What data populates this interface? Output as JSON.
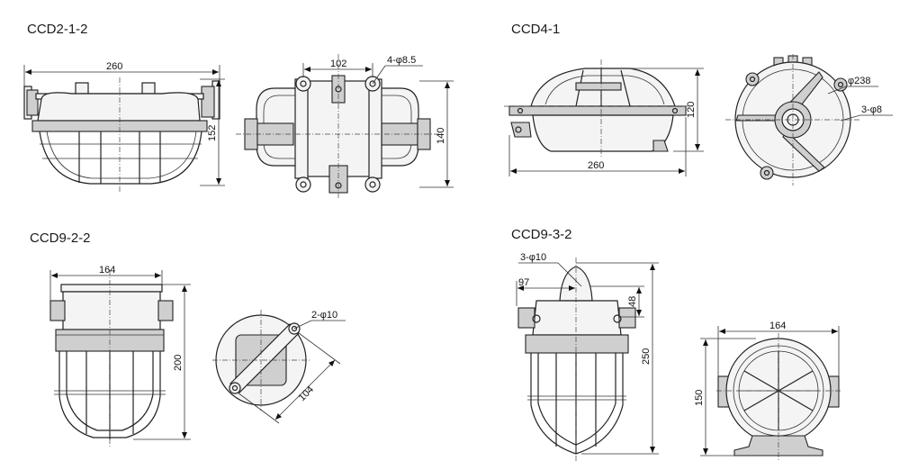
{
  "figures": [
    {
      "id": "ccd2-1-2",
      "title": "CCD2-1-2",
      "dims": [
        "260",
        "152",
        "102",
        "4-φ8.5",
        "140"
      ]
    },
    {
      "id": "ccd4-1",
      "title": "CCD4-1",
      "dims": [
        "120",
        "260",
        "φ238",
        "3-φ8"
      ]
    },
    {
      "id": "ccd9-2-2",
      "title": "CCD9-2-2",
      "dims": [
        "164",
        "200",
        "2-φ10",
        "104"
      ]
    },
    {
      "id": "ccd9-3-2",
      "title": "CCD9-3-2",
      "dims": [
        "3-φ10",
        "97",
        "48",
        "250",
        "164",
        "150"
      ]
    }
  ]
}
